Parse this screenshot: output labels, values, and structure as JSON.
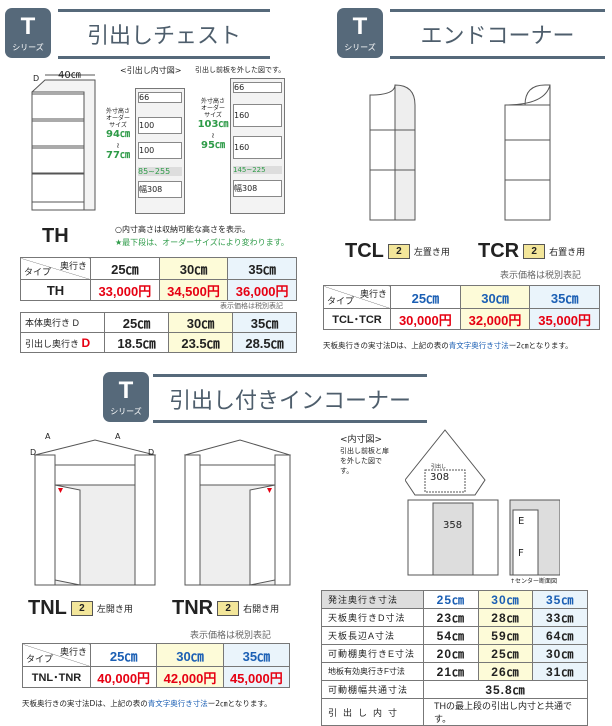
{
  "colors": {
    "header": "#56697a",
    "price_red": "#e60012",
    "depth_blue": "#1b5fb4",
    "green_note": "#2e9b48",
    "col30_bg": "#fdfbd8",
    "col35_bg": "#eaf4fb"
  },
  "series_badge": {
    "letter": "T",
    "label": "シリーズ"
  },
  "chest": {
    "title": "引出しチェスト",
    "width_label": "40㎝",
    "depth_label": "D",
    "model": "TH",
    "inner_caption": "<引出し内寸図>",
    "inner_caption_note": "引出し前板を外した図です。",
    "left": {
      "height_label": "外寸高さ オーダー サイズ",
      "max": "94㎝",
      "tilde": "≀",
      "min": "77㎝",
      "drawers": [
        "66",
        "100",
        "100",
        "85~255"
      ],
      "width": "幅308"
    },
    "right": {
      "height_label": "外寸高さ オーダー サイズ",
      "max": "103㎝",
      "tilde": "≀",
      "min": "95㎝",
      "drawers": [
        "66",
        "160",
        "160",
        "145~225"
      ],
      "width": "幅308"
    },
    "note1": "○内寸高さは収納可能な高さを表示。",
    "note2": "★最下段は、オーダーサイズにより変わります。",
    "price_table": {
      "corner_top": "奥行き",
      "corner_bottom": "タイプ",
      "depths": [
        "25㎝",
        "30㎝",
        "35㎝"
      ],
      "rows": [
        {
          "type": "TH",
          "prices": [
            "33,000円",
            "34,500円",
            "36,000円"
          ]
        }
      ]
    },
    "tax_note": "表示価格は税別表記",
    "depth_table": {
      "rows": [
        {
          "label": "本体奥行き D",
          "values": [
            "25㎝",
            "30㎝",
            "35㎝"
          ]
        },
        {
          "label": "引出し奥行き",
          "label_d": "D",
          "values": [
            "18.5㎝",
            "23.5㎝",
            "28.5㎝"
          ]
        }
      ]
    }
  },
  "end_corner": {
    "title": "エンドコーナー",
    "models": [
      {
        "name": "TCL",
        "qty": "2",
        "use": "左置き用"
      },
      {
        "name": "TCR",
        "qty": "2",
        "use": "右置き用"
      }
    ],
    "tax_note": "表示価格は税別表記",
    "price_table": {
      "corner_top": "奥行き",
      "corner_bottom": "タイプ",
      "depths": [
        "25㎝",
        "30㎝",
        "35㎝"
      ],
      "rows": [
        {
          "type": "TCL･TCR",
          "prices": [
            "30,000円",
            "32,000円",
            "35,000円"
          ]
        }
      ]
    },
    "note_pre": "天板奥行きの実寸法Dは、上記の表の",
    "note_blue": "青文字奥行き寸法",
    "note_post": "ー2㎝となります。"
  },
  "in_corner": {
    "title": "引出し付きインコーナー",
    "dim_labels": {
      "a": "A",
      "d": "D"
    },
    "models": [
      {
        "name": "TNL",
        "qty": "2",
        "use": "左開き用"
      },
      {
        "name": "TNR",
        "qty": "2",
        "use": "右開き用"
      }
    ],
    "inner_caption": "<内寸図>",
    "inner_note": "引出し前板と扉を外した図です。",
    "inner_drawer_label": "引出し",
    "inner_width": "308",
    "inner_height": "358",
    "e_label": "E",
    "f_label": "F",
    "section_caption": "↑センター断面図",
    "tax_note": "表示価格は税別表記",
    "price_table": {
      "corner_top": "奥行き",
      "corner_bottom": "タイプ",
      "depths": [
        "25㎝",
        "30㎝",
        "35㎝"
      ],
      "rows": [
        {
          "type": "TNL･TNR",
          "prices": [
            "40,000円",
            "42,000円",
            "45,000円"
          ]
        }
      ]
    },
    "note_pre": "天板奥行きの実寸法Dは、上記の表の",
    "note_blue": "青文字奥行き寸法",
    "note_post": "ー2㎝となります。",
    "spec_table": {
      "header": {
        "label": "発注奥行き寸法",
        "values": [
          "25㎝",
          "30㎝",
          "35㎝"
        ]
      },
      "rows": [
        {
          "label": "天板奥行きD寸法",
          "values": [
            "23㎝",
            "28㎝",
            "33㎝"
          ]
        },
        {
          "label": "天板長辺A寸法",
          "values": [
            "54㎝",
            "59㎝",
            "64㎝"
          ]
        },
        {
          "label": "可動棚奥行きE寸法",
          "values": [
            "20㎝",
            "25㎝",
            "30㎝"
          ]
        },
        {
          "label": "地板有効奥行きF寸法",
          "values": [
            "21㎝",
            "26㎝",
            "31㎝"
          ]
        }
      ],
      "shelf_width": {
        "label": "可動棚幅共通寸法",
        "value": "35.8㎝"
      },
      "drawer_inner": {
        "label": "引出し内寸",
        "value": "THの最上段の引出し内寸と共通です。"
      }
    }
  }
}
